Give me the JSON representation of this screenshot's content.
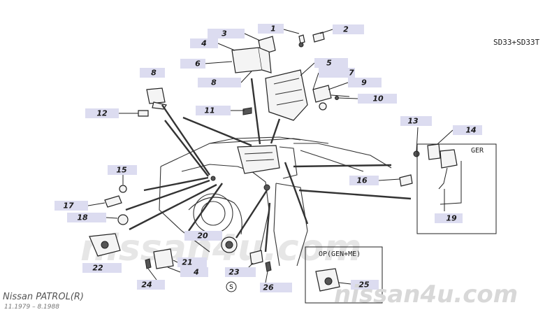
{
  "model_code": "SD33+SD33T",
  "variant_box_ger": "GER",
  "variant_box_op": "OP(GEN+ME)",
  "footer": {
    "model": "Nissan PATROL(R)",
    "dates": "11.1979  –  8.1988"
  },
  "watermark": {
    "center": "nissan4u.com",
    "corner": "nissan4u.com"
  },
  "callouts": [
    "1",
    "2",
    "3",
    "4",
    "6",
    "8",
    "5",
    "7",
    "9",
    "10",
    "8",
    "11",
    "12",
    "13",
    "14",
    "15",
    "16",
    "17",
    "18",
    "19",
    "20",
    "21",
    "4",
    "22",
    "23",
    "24",
    "26",
    "25"
  ],
  "colors": {
    "callout_bg": "#dcdcf0",
    "line": "#222222"
  }
}
